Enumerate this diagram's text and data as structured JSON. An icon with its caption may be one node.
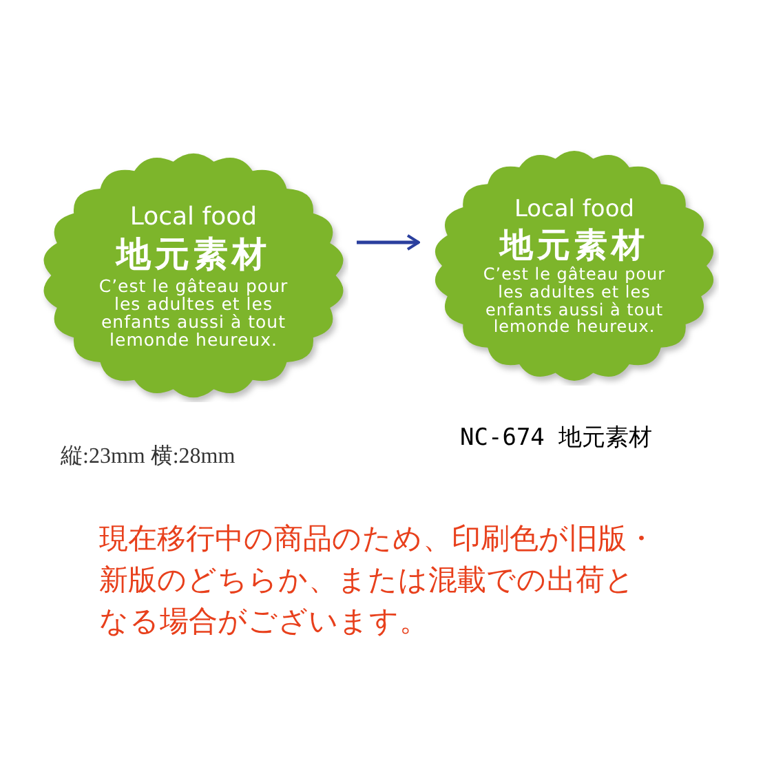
{
  "diagram": {
    "nodes": [
      {
        "text": [
          "Local food",
          "地元素材",
          "C’est le gâteau pour les adultes et les enfants aussi à tout lemonde heureux."
        ]
      },
      {
        "text": [
          "Local food",
          "地元素材",
          "C’est le gâteau pour les adultes et les enfants aussi à tout lemonde heureux."
        ]
      }
    ],
    "edges": [
      {
        "from": 0,
        "to": 1,
        "arrow": "to",
        "color": "#2a3f9e"
      }
    ],
    "labels": [
      "縦:23mm 横:28mm",
      "NC-674 地元素材",
      "現在移行中の商品のため、印刷色が旧版・新版のどちらか、または混載での出荷となる場合がございます。"
    ]
  }
}
